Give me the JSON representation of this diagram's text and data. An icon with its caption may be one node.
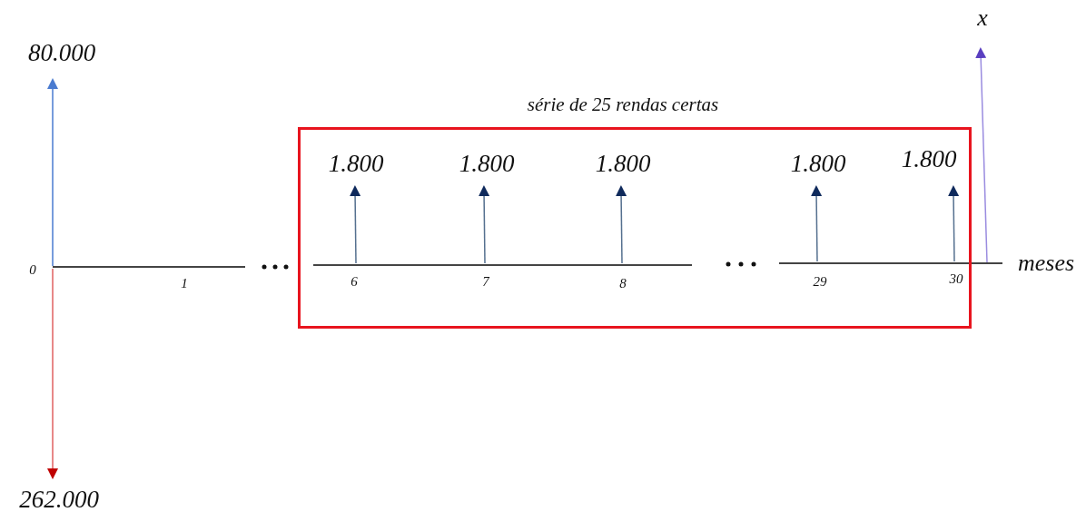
{
  "diagram": {
    "nodes": [
      {
        "text": [
          "série de 25 rendas certas"
        ]
      }
    ],
    "labels": [
      "x",
      "80.000",
      "1.800",
      "1.800",
      "1.800",
      "1.800",
      "1.800",
      "0",
      "1",
      "6",
      "7",
      "8",
      "29",
      "30",
      "meses",
      "262.000"
    ]
  }
}
